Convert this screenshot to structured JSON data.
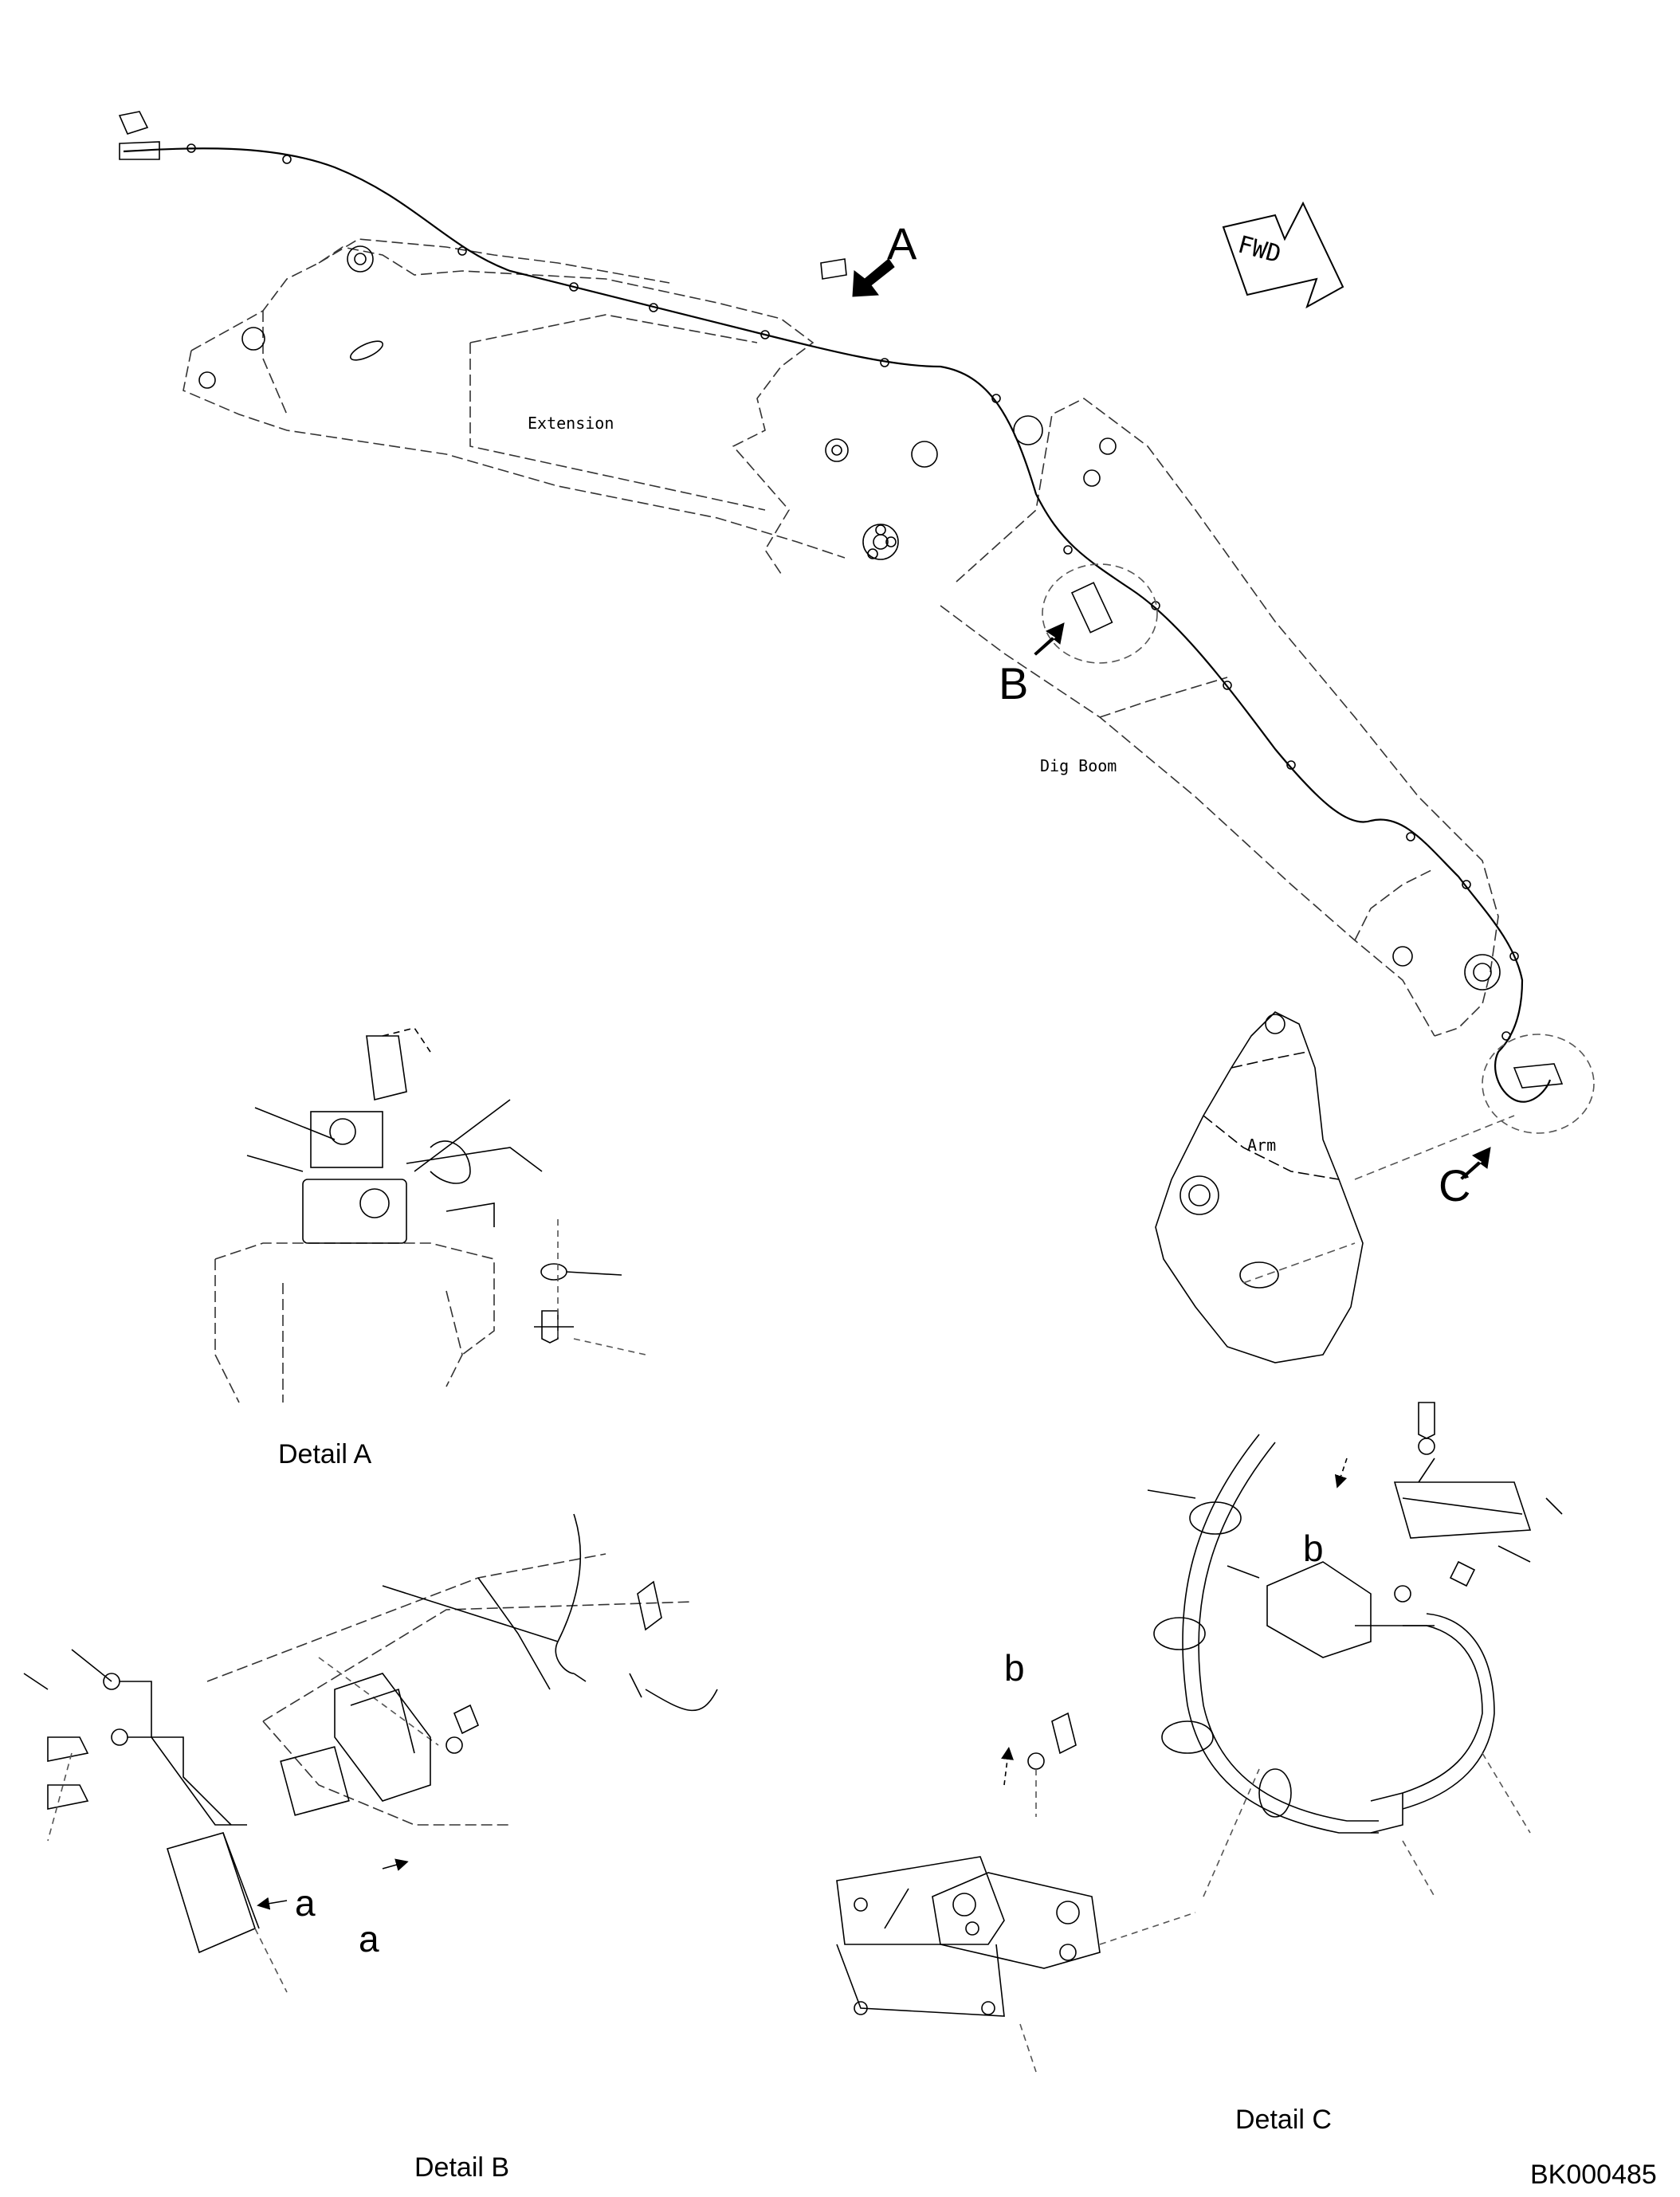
{
  "labels": {
    "extension": "Extension",
    "dig_boom": "Dig Boom",
    "arm": "Arm",
    "fwd": "FWD",
    "callout_a": "A",
    "callout_b": "B",
    "callout_c": "C",
    "detail_a": "Detail A",
    "detail_b": "Detail B",
    "detail_c": "Detail C",
    "sub_a1": "a",
    "sub_a2": "a",
    "sub_b1": "b",
    "sub_b2": "b",
    "doc_id": "BK000485"
  },
  "colors": {
    "line": "#000000",
    "dash": "#555555",
    "background": "#ffffff"
  }
}
